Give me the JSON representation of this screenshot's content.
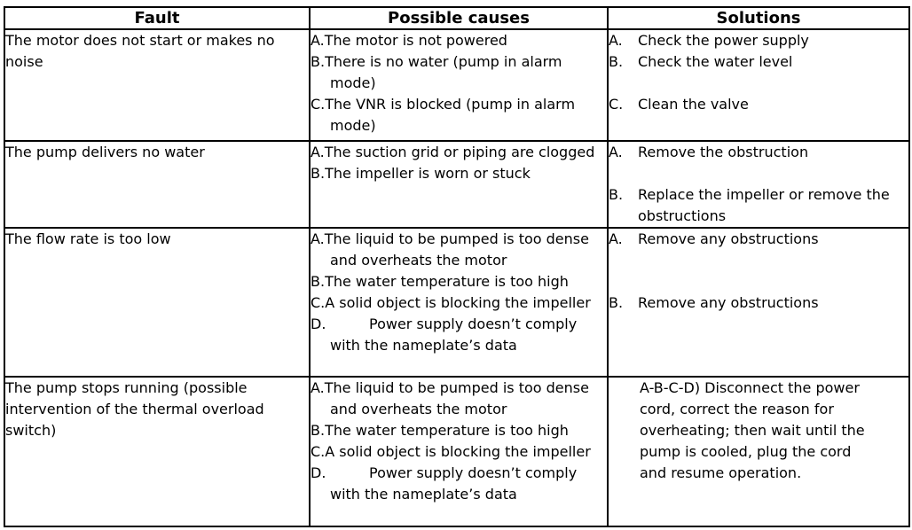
{
  "page": {
    "background_color": "#ffffff",
    "border_color": "#000000",
    "text_color": "#000000"
  },
  "table": {
    "headers": [
      {
        "label": "Fault"
      },
      {
        "label": "Possible causes"
      },
      {
        "label": "Solutions"
      }
    ],
    "rows": [
      {
        "fault": "The motor does not start or makes no noise",
        "causes": [
          {
            "label": "A.",
            "text": "The motor is not powered",
            "tab": false
          },
          {
            "label": "B.",
            "text": "There is no water (pump in alarm mode)",
            "tab": false
          },
          {
            "label": "C.",
            "text": "The VNR is blocked (pump in alarm mode)",
            "tab": false
          }
        ],
        "solutions": {
          "type": "list",
          "items": [
            {
              "label": "A.",
              "text": "Check the power supply",
              "blank_lines_before": 0
            },
            {
              "label": "B.",
              "text": "Check the water level",
              "blank_lines_before": 0
            },
            {
              "label": "C.",
              "text": "Clean the valve",
              "blank_lines_before": 1
            }
          ]
        }
      },
      {
        "fault": "The pump delivers no water",
        "causes": [
          {
            "label": "A.",
            "text": "The suction grid or piping are clogged",
            "tab": false
          },
          {
            "label": "B.",
            "text": "The impeller is worn or stuck",
            "tab": false
          }
        ],
        "solutions": {
          "type": "list",
          "items": [
            {
              "label": "A.",
              "text": "Remove the obstruction",
              "blank_lines_before": 0
            },
            {
              "label": "B.",
              "text": "Replace the impeller or remove the obstructions",
              "blank_lines_before": 1
            }
          ]
        }
      },
      {
        "fault": "The flow rate is too low",
        "causes": [
          {
            "label": "A.",
            "text": "The liquid to be pumped is too dense and overheats the motor",
            "tab": false
          },
          {
            "label": "B.",
            "text": "The water temperature is too high",
            "tab": false
          },
          {
            "label": "C.",
            "text": "A solid object is blocking the impeller",
            "tab": false
          },
          {
            "label": "D.",
            "text": "Power supply doesn’t comply with the nameplate’s data",
            "tab": true
          }
        ],
        "solutions": {
          "type": "list",
          "items": [
            {
              "label": "A.",
              "text": "Remove any obstructions",
              "blank_lines_before": 0
            },
            {
              "label": "B.",
              "text": "Remove any obstructions",
              "blank_lines_before": 2
            }
          ]
        }
      },
      {
        "fault": "The pump stops running (possible intervention of the thermal overload switch)",
        "causes": [
          {
            "label": "A.",
            "text": "The liquid to be pumped is too dense and overheats the motor",
            "tab": false
          },
          {
            "label": "B.",
            "text": "The water temperature is too high",
            "tab": false
          },
          {
            "label": "C.",
            "text": "A solid object is blocking the impeller",
            "tab": false
          },
          {
            "label": "D.",
            "text": "Power supply doesn’t comply with the nameplate’s data",
            "tab": true
          }
        ],
        "solutions": {
          "type": "paragraph",
          "text": "A-B-C-D) Disconnect the power cord, correct the reason for overheating; then wait until the pump is cooled, plug the cord and resume operation."
        }
      }
    ]
  }
}
